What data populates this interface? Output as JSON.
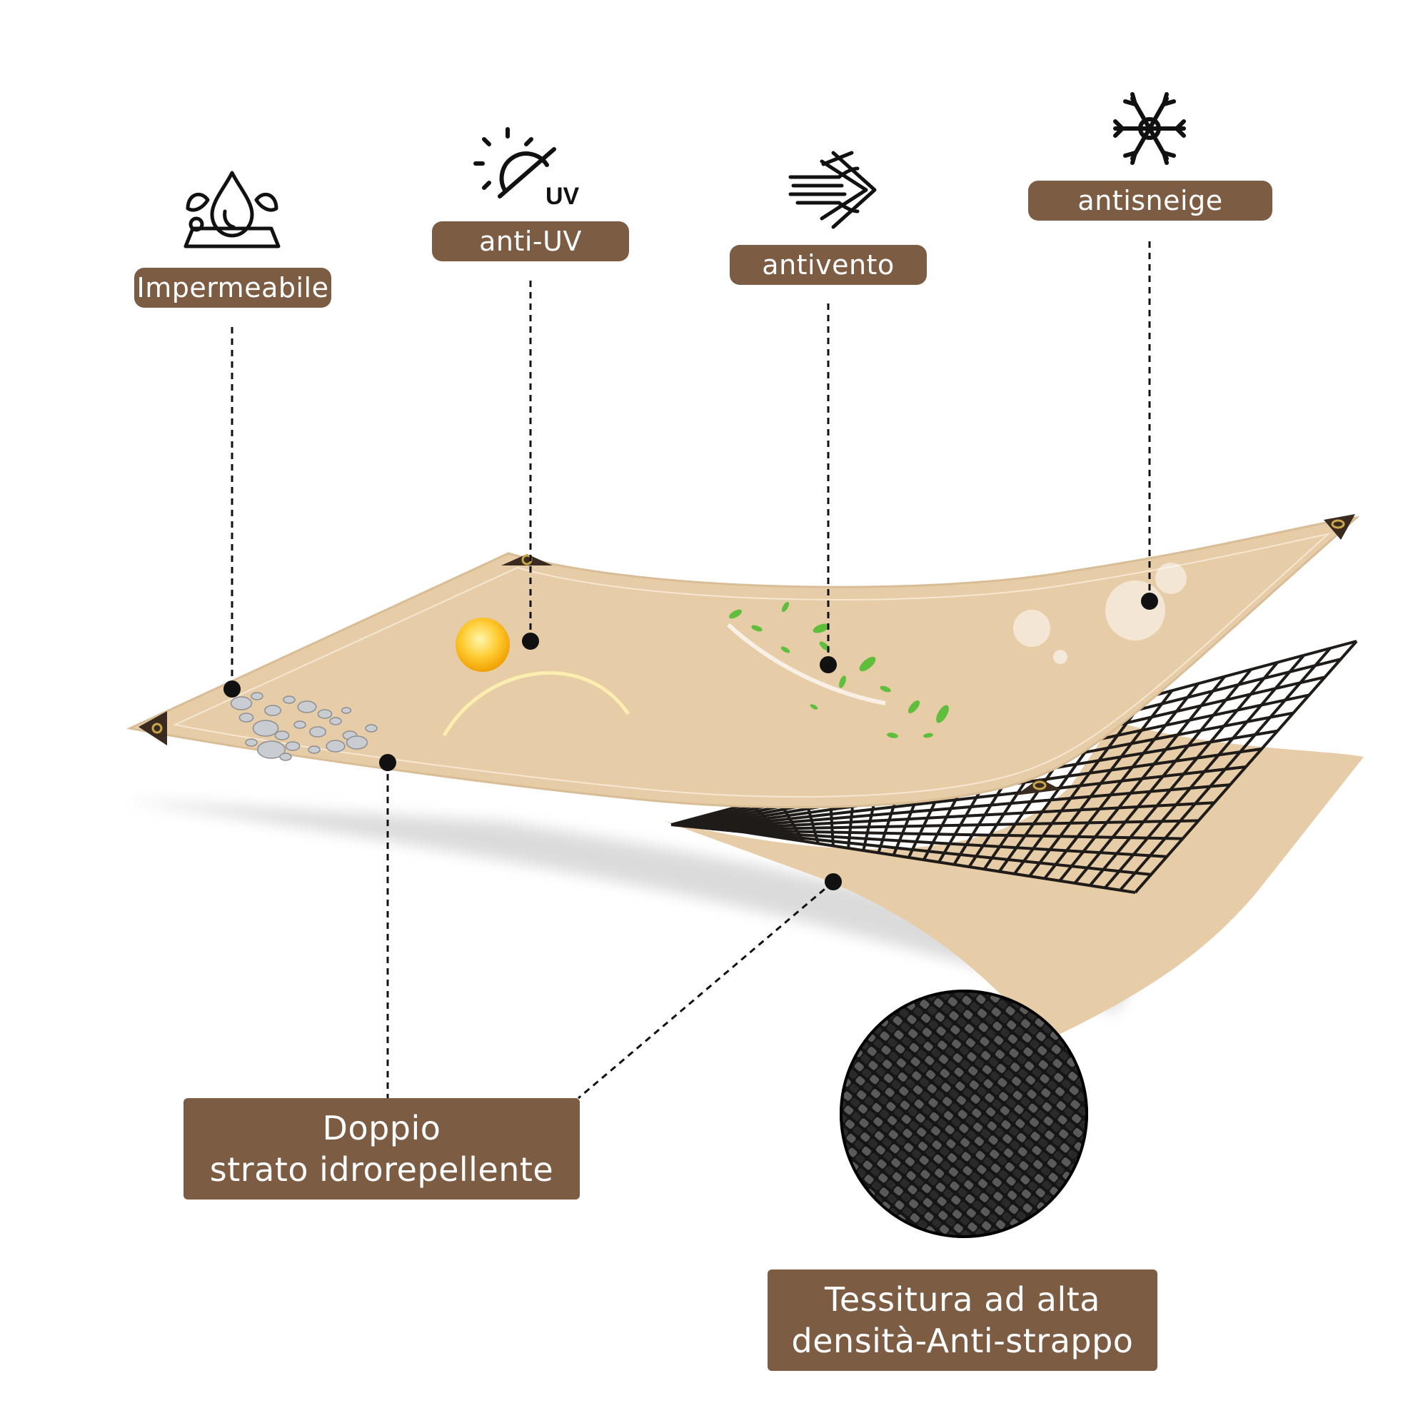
{
  "features": {
    "waterproof": "Impermeabile",
    "anti_uv": "anti-UV",
    "windproof": "antivento",
    "snowproof": "antisneige"
  },
  "icons": {
    "waterproof": "water-drop-icon",
    "anti_uv": "sun-uv-icon",
    "uv_text": "UV",
    "windproof": "wind-icon",
    "snowproof": "snowflake-icon"
  },
  "layers": {
    "double_layer_line1": "Doppio",
    "double_layer_line2": "strato idrorepellente",
    "weave_line1": "Tessitura ad alta",
    "weave_line2": "densità-Anti-strappo"
  },
  "colors": {
    "label_bg": "#7d5c44",
    "tarp": "#e6cca7",
    "tarp_edge": "#d7b990",
    "grid": "#1e1b18",
    "eyelet": "#3a2a1f"
  }
}
